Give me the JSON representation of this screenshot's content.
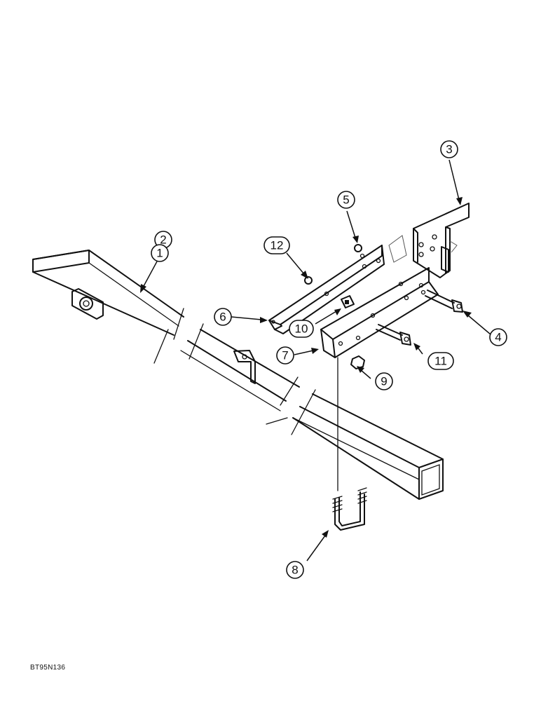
{
  "callouts": {
    "c1": "1",
    "c2": "2",
    "c3": "3",
    "c4": "4",
    "c5": "5",
    "c6": "6",
    "c7": "7",
    "c8": "8",
    "c9": "9",
    "c10": "10",
    "c11": "11",
    "c12": "12"
  },
  "figure_code": "BT95N136"
}
